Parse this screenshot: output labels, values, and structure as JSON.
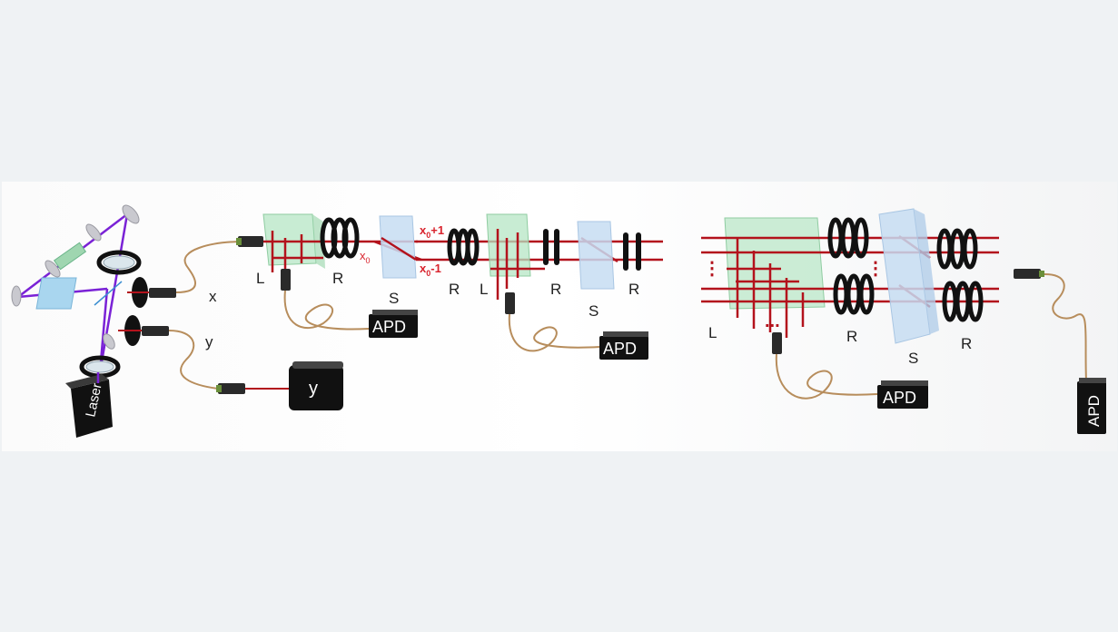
{
  "labels": {
    "x": "x",
    "y": "y",
    "laser": "Laser",
    "detector_y": "y",
    "apd": "APD",
    "L": "L",
    "R": "R",
    "S": "S",
    "x0": "x",
    "x0_sub": "0",
    "x0_plus": "x",
    "x0_plus_sub": "0",
    "x0_plus_tail": "+1",
    "x0_minus": "x",
    "x0_minus_sub": "0",
    "x0_minus_tail": "-1",
    "dots_vertical": "⋮",
    "dots_horizontal": "..."
  },
  "colors": {
    "background": "#eff2f4",
    "panel": "#ffffff",
    "beam_red": "#b3121c",
    "beam_violet": "#7a22d6",
    "fiber": "#b78d5c",
    "lens_green": "#b6e6c4",
    "prism_blue": "#c7ddf2",
    "device_black": "#111111",
    "annotation_red": "#d9232d"
  }
}
